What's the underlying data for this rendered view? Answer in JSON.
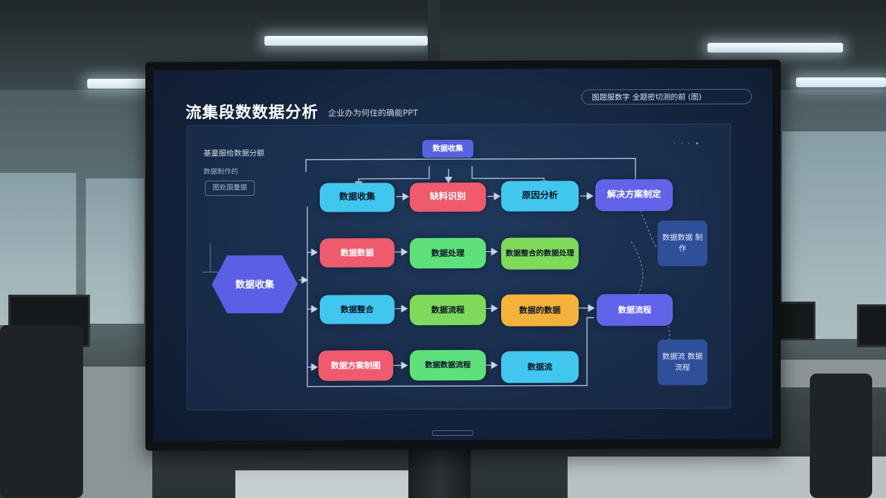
{
  "colors": {
    "screen_bg": "#13233c",
    "blue": "#41c7ef",
    "red": "#ef5a6d",
    "green": "#5ee07a",
    "lime": "#7fd95a",
    "orange": "#f5b23b",
    "purple": "#6164e8",
    "sidebox": "#2f4f9a"
  },
  "screen": {
    "title": "流集段数数据分析",
    "subtitle": "企业办为何住的确能PPT",
    "badge": "图题服数字 全题密切测的前 (图)",
    "side_title": "基量服给数据分额",
    "side_line": "数据制作的",
    "side_chip": "图处国量据",
    "dots": "· · · •",
    "top_node": "数据收集",
    "hex": "数据收集",
    "row1": [
      "数据收集",
      "缺料识别",
      "原因分析",
      "解决方案制定"
    ],
    "row2": [
      "数据数据",
      "数据处理",
      "数据整合的数据处理"
    ],
    "row3": [
      "数据整合",
      "数据流程",
      "数据的数据",
      "数据流程"
    ],
    "row4": [
      "数据方案制图",
      "数据数据流程",
      "数据流"
    ],
    "side_box_1": "数据数据 制作",
    "side_box_2": "数据流 数据流程"
  }
}
